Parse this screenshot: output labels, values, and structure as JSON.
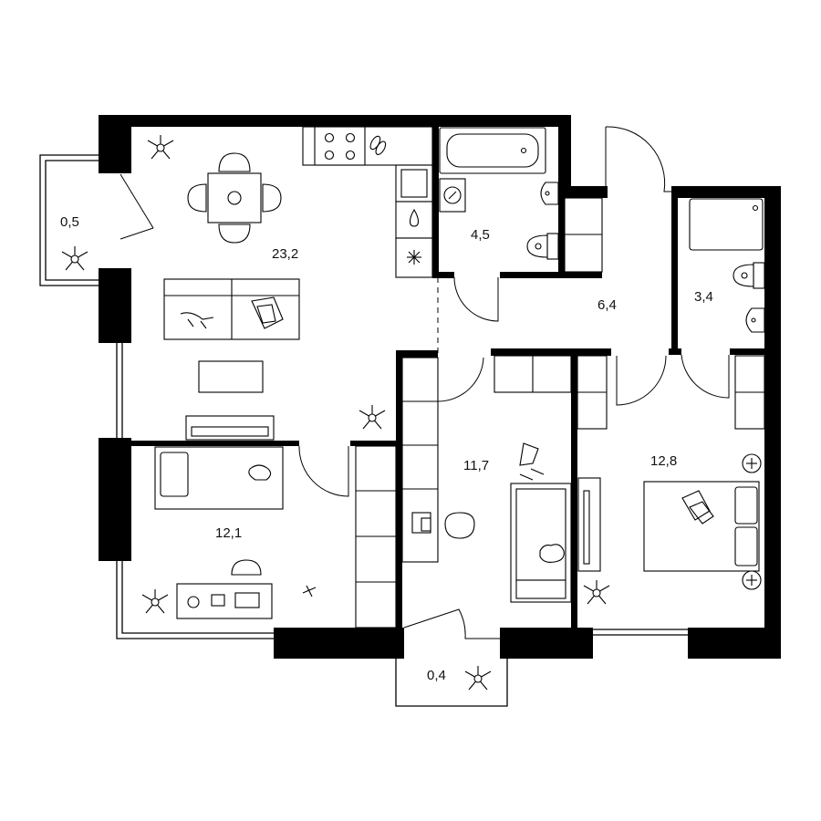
{
  "rooms": {
    "living_kitchen": {
      "area": "23,2"
    },
    "balcony_left": {
      "area": "0,5"
    },
    "bathroom_main": {
      "area": "4,5"
    },
    "hallway": {
      "area": "6,4"
    },
    "bathroom_small": {
      "area": "3,4"
    },
    "bedroom_left": {
      "area": "12,1"
    },
    "study_room": {
      "area": "11,7"
    },
    "bedroom_master": {
      "area": "12,8"
    },
    "balcony_bottom": {
      "area": "0,4"
    }
  },
  "colors": {
    "wall": "#000000",
    "line": "#000000",
    "background": "#ffffff"
  }
}
